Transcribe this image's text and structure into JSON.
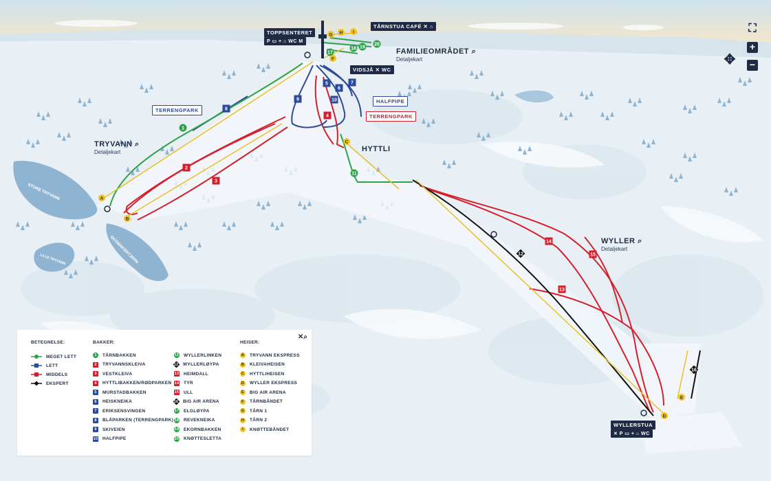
{
  "places": {
    "tarnstua": "TÅRNSTUA CAFÉ",
    "toppsenteret": "TOPPSENTERET",
    "familieomradet": "FAMILIEOMRÅDET",
    "familieomradet_sub": "Detaljekart",
    "vidsja": "VIDSJÅ",
    "tryvann": "TRYVANN",
    "tryvann_sub": "Detaljekart",
    "hyttli": "HYTTLI",
    "wyller": "WYLLER",
    "wyller_sub": "Detaljekart",
    "wyllerstua": "WYLLERSTUA",
    "terrengpark_1": "TERRENGPARK",
    "terrengpark_2": "TERRENGPARK",
    "halfpipe": "HALFPIPE",
    "lake_store": "STORE TRYVANN",
    "lake_lille": "LILLE TRYVANN",
    "lake_skomaker": "SKOMAKERTJERN"
  },
  "legend": {
    "heading_signs": "BETEGNELSE:",
    "heading_slopes": "BAKKER:",
    "heading_lifts": "HEISER:",
    "signs": [
      {
        "label": "MEGET LETT"
      },
      {
        "label": "LETT"
      },
      {
        "label": "MIDDELS"
      },
      {
        "label": "EKSPERT"
      }
    ],
    "slopes_col1": [
      {
        "num": "1",
        "label": "TÅRNBAKKEN",
        "color": "green"
      },
      {
        "num": "2",
        "label": "TRYVANNSKLEIVA",
        "color": "red"
      },
      {
        "num": "3",
        "label": "VESTKLEIVA",
        "color": "red"
      },
      {
        "num": "4",
        "label": "HYTTLIBAKKEN/RØDPARKEN",
        "color": "red"
      },
      {
        "num": "5",
        "label": "MURSTADBAKKEN",
        "color": "blue"
      },
      {
        "num": "6",
        "label": "HEISKNEIKA",
        "color": "blue"
      },
      {
        "num": "7",
        "label": "ERIKSENSVINGEN",
        "color": "blue"
      },
      {
        "num": "8",
        "label": "BLÅPARKEN (TERRENGPARK)",
        "color": "blue"
      },
      {
        "num": "9",
        "label": "SKIVEIEN",
        "color": "blue"
      },
      {
        "num": "10",
        "label": "HALFPIPE",
        "color": "blue"
      }
    ],
    "slopes_col2": [
      {
        "num": "11",
        "label": "WYLLERLINKEN",
        "color": "green"
      },
      {
        "num": "12",
        "label": "WYLLERLØYPA",
        "color": "black"
      },
      {
        "num": "13",
        "label": "HEIMDALL",
        "color": "red"
      },
      {
        "num": "14",
        "label": "TYR",
        "color": "red"
      },
      {
        "num": "15",
        "label": "ULL",
        "color": "red"
      },
      {
        "num": "16",
        "label": "BIG AIR ARENA",
        "color": "black"
      },
      {
        "num": "17",
        "label": "ELGLØYPA",
        "color": "green"
      },
      {
        "num": "18",
        "label": "REVEKNEIKA",
        "color": "green"
      },
      {
        "num": "19",
        "label": "EKORNBAKKEN",
        "color": "green"
      },
      {
        "num": "20",
        "label": "KNØTTESLETTA",
        "color": "green"
      }
    ],
    "lifts": [
      {
        "letter": "A",
        "label": "TRYVANN EKSPRESS"
      },
      {
        "letter": "B",
        "label": "KLEIVAHEISEN"
      },
      {
        "letter": "C",
        "label": "HYTTLIHEISEN"
      },
      {
        "letter": "D",
        "label": "WYLLER EKSPRESS"
      },
      {
        "letter": "E",
        "label": "BIG AIR ARENA"
      },
      {
        "letter": "F",
        "label": "TÅRNBÅNDET"
      },
      {
        "letter": "G",
        "label": "TÅRN 1"
      },
      {
        "letter": "H",
        "label": "TÅRN 2"
      },
      {
        "letter": "I",
        "label": "KNØTTEBÅNDET"
      }
    ]
  },
  "map_labels": {
    "slopes": [
      "1",
      "2",
      "3",
      "4",
      "5",
      "6",
      "7",
      "8",
      "9",
      "10",
      "11",
      "12",
      "13",
      "14",
      "15",
      "16",
      "17",
      "18",
      "19",
      "20"
    ],
    "lifts": [
      "A",
      "B",
      "C",
      "D",
      "E",
      "F",
      "G",
      "H",
      "I"
    ]
  },
  "colors": {
    "green": "#2ea24a",
    "blue": "#2c4a9b",
    "red": "#d4202c",
    "black": "#111111",
    "yellow": "#f2c31b",
    "navy": "#1f2b44"
  },
  "controls": {
    "zoom_in": "+",
    "zoom_out": "−",
    "fullscreen_icon": "fullscreen-icon",
    "pan_icon": "pan-arrows-icon"
  }
}
